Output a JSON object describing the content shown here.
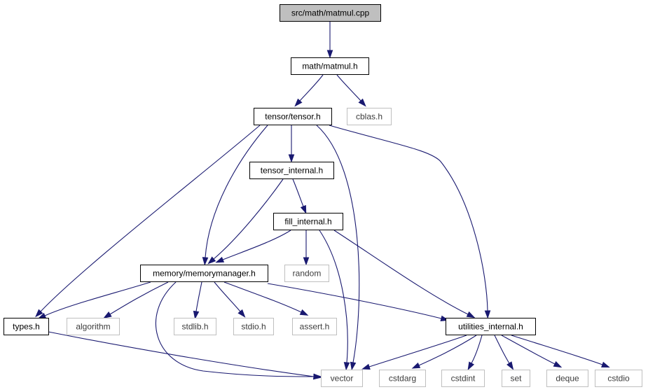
{
  "graph": {
    "nodes": [
      {
        "id": "matmul_cpp",
        "label": "src/math/matmul.cpp",
        "kind": "root"
      },
      {
        "id": "matmul_h",
        "label": "math/matmul.h",
        "kind": "local"
      },
      {
        "id": "tensor_h",
        "label": "tensor/tensor.h",
        "kind": "local"
      },
      {
        "id": "cblas_h",
        "label": "cblas.h",
        "kind": "system"
      },
      {
        "id": "tensor_internal_h",
        "label": "tensor_internal.h",
        "kind": "local"
      },
      {
        "id": "fill_internal_h",
        "label": "fill_internal.h",
        "kind": "local"
      },
      {
        "id": "memorymanager_h",
        "label": "memory/memorymanager.h",
        "kind": "local"
      },
      {
        "id": "random",
        "label": "random",
        "kind": "system"
      },
      {
        "id": "types_h",
        "label": "types.h",
        "kind": "local"
      },
      {
        "id": "algorithm",
        "label": "algorithm",
        "kind": "system"
      },
      {
        "id": "stdlib_h",
        "label": "stdlib.h",
        "kind": "system"
      },
      {
        "id": "stdio_h",
        "label": "stdio.h",
        "kind": "system"
      },
      {
        "id": "assert_h",
        "label": "assert.h",
        "kind": "system"
      },
      {
        "id": "utilities_internal_h",
        "label": "utilities_internal.h",
        "kind": "local"
      },
      {
        "id": "vector",
        "label": "vector",
        "kind": "system"
      },
      {
        "id": "cstdarg",
        "label": "cstdarg",
        "kind": "system"
      },
      {
        "id": "cstdint",
        "label": "cstdint",
        "kind": "system"
      },
      {
        "id": "set",
        "label": "set",
        "kind": "system"
      },
      {
        "id": "deque",
        "label": "deque",
        "kind": "system"
      },
      {
        "id": "cstdio",
        "label": "cstdio",
        "kind": "system"
      }
    ],
    "edges": [
      {
        "from": "matmul_cpp",
        "to": "matmul_h"
      },
      {
        "from": "matmul_h",
        "to": "tensor_h"
      },
      {
        "from": "matmul_h",
        "to": "cblas_h"
      },
      {
        "from": "tensor_h",
        "to": "tensor_internal_h"
      },
      {
        "from": "tensor_h",
        "to": "memorymanager_h"
      },
      {
        "from": "tensor_h",
        "to": "types_h"
      },
      {
        "from": "tensor_h",
        "to": "vector"
      },
      {
        "from": "tensor_h",
        "to": "utilities_internal_h"
      },
      {
        "from": "tensor_internal_h",
        "to": "fill_internal_h"
      },
      {
        "from": "tensor_internal_h",
        "to": "memorymanager_h"
      },
      {
        "from": "fill_internal_h",
        "to": "memorymanager_h"
      },
      {
        "from": "fill_internal_h",
        "to": "random"
      },
      {
        "from": "fill_internal_h",
        "to": "vector"
      },
      {
        "from": "fill_internal_h",
        "to": "utilities_internal_h"
      },
      {
        "from": "memorymanager_h",
        "to": "types_h"
      },
      {
        "from": "memorymanager_h",
        "to": "algorithm"
      },
      {
        "from": "memorymanager_h",
        "to": "stdlib_h"
      },
      {
        "from": "memorymanager_h",
        "to": "stdio_h"
      },
      {
        "from": "memorymanager_h",
        "to": "assert_h"
      },
      {
        "from": "memorymanager_h",
        "to": "utilities_internal_h"
      },
      {
        "from": "memorymanager_h",
        "to": "vector"
      },
      {
        "from": "types_h",
        "to": "vector"
      },
      {
        "from": "utilities_internal_h",
        "to": "vector"
      },
      {
        "from": "utilities_internal_h",
        "to": "cstdarg"
      },
      {
        "from": "utilities_internal_h",
        "to": "cstdint"
      },
      {
        "from": "utilities_internal_h",
        "to": "set"
      },
      {
        "from": "utilities_internal_h",
        "to": "deque"
      },
      {
        "from": "utilities_internal_h",
        "to": "cstdio"
      }
    ]
  },
  "colors": {
    "edge": "#191970",
    "root_fill": "#bfbfbf",
    "local_border": "#000000",
    "system_border": "#bfbfbf"
  }
}
